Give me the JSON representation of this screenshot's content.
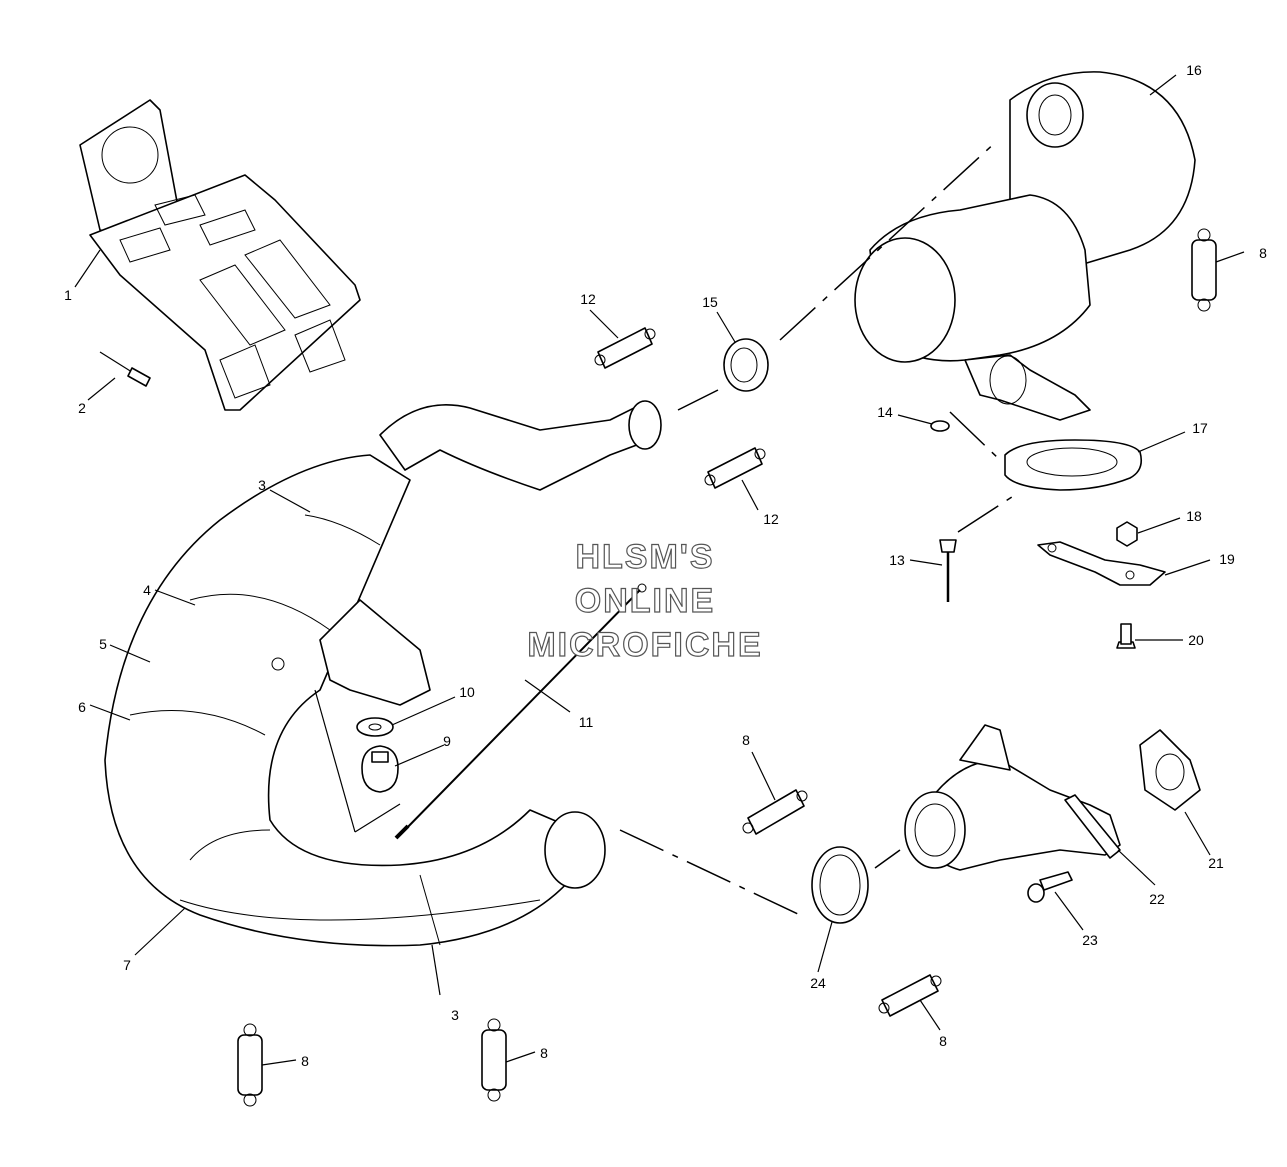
{
  "watermark": [
    "HLSM'S",
    "ONLINE",
    "MICROFICHE"
  ],
  "callouts": [
    "1",
    "2",
    "3",
    "3",
    "4",
    "5",
    "6",
    "7",
    "8",
    "8",
    "8",
    "8",
    "8",
    "9",
    "10",
    "11",
    "12",
    "12",
    "13",
    "14",
    "15",
    "16",
    "17",
    "18",
    "19",
    "20",
    "21",
    "22",
    "23",
    "24"
  ]
}
